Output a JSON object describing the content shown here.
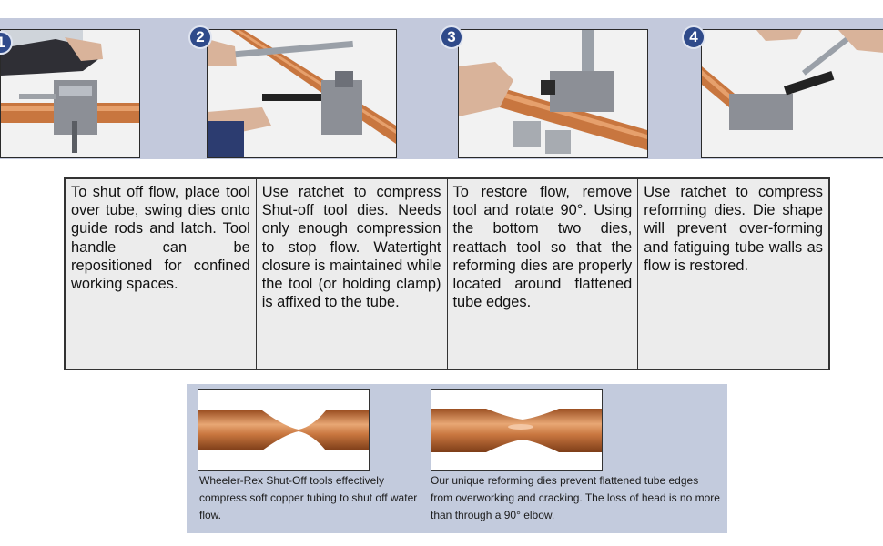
{
  "steps": [
    {
      "number": "1",
      "text": "To shut off flow, place tool over tube, swing dies onto guide rods and latch. Tool handle can be repositioned for confined working spaces."
    },
    {
      "number": "2",
      "text": "Use ratchet to compress Shut-off tool dies. Needs only enough compression to stop flow. Watertight closure is maintained while the tool (or holding clamp) is affixed to the tube."
    },
    {
      "number": "3",
      "text": "To restore flow, remove tool and rotate 90°. Using the bottom two dies, reattach tool so that the reforming dies are properly located around flattened tube edges."
    },
    {
      "number": "4",
      "text": "Use ratchet to compress reforming dies. Die shape will prevent over-forming and fatiguing tube walls as flow is restored."
    }
  ],
  "captions": {
    "left": "Wheeler-Rex Shut-Off tools effectively compress soft copper tubing to shut off water flow.",
    "right": "Our unique reforming dies prevent flattened tube edges from overworking and cracking. The loss of head is no more than through a 90° elbow."
  },
  "colors": {
    "band": "#c3c9dc",
    "badge": "#2f4a8a",
    "copper": "#c8763f",
    "cell_bg": "#ececec"
  }
}
